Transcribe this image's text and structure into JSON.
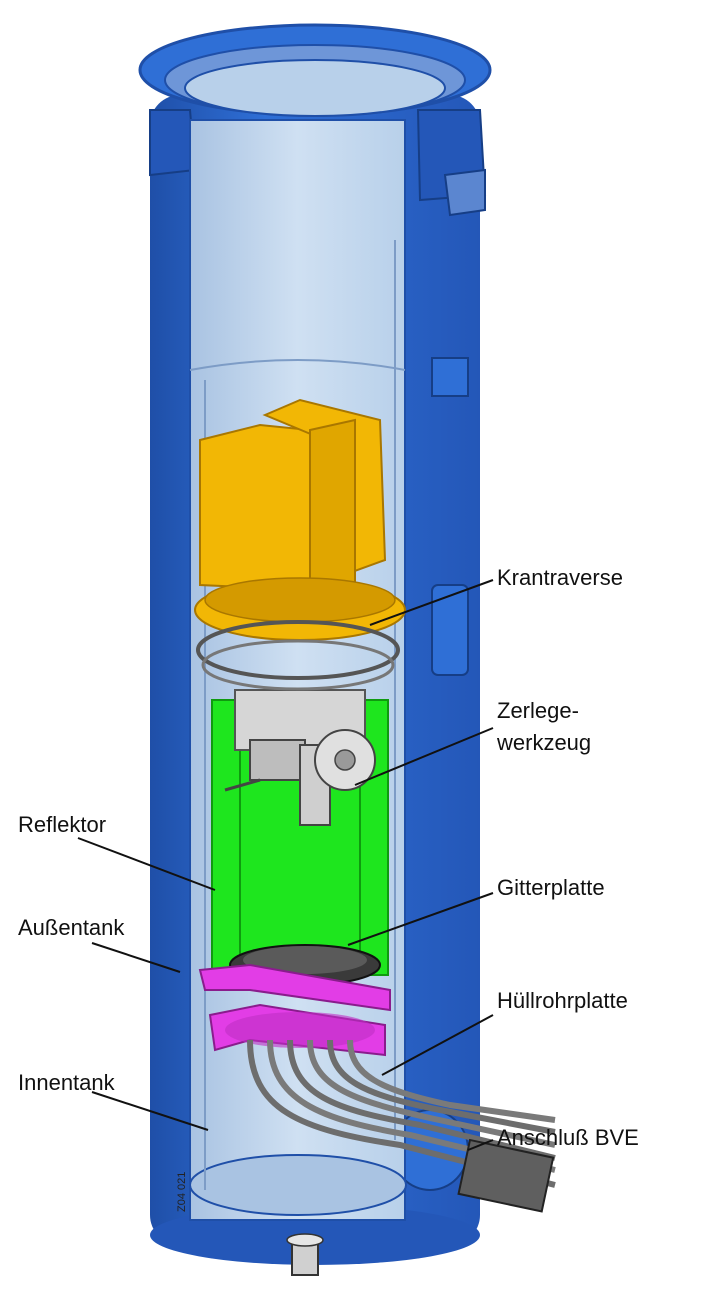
{
  "labels": {
    "krantraverse": "Krantraverse",
    "zerlege_line1": "Zerlege-",
    "zerlege_line2": "werkzeug",
    "reflektor": "Reflektor",
    "gitterplatte": "Gitterplatte",
    "aussentank": "Außentank",
    "huellrohrplatte": "Hüllrohrplatte",
    "innentank": "Innentank",
    "anschluss": "Anschluß BVE"
  },
  "drawing_code": "Z04 021",
  "colors": {
    "outer_tank": "#2f6fd6",
    "outer_tank_dark": "#1f4fa8",
    "inner_space": "#b8d0ea",
    "inner_space_light": "#cfe0f2",
    "crane_traverse": "#f2b705",
    "crane_traverse_dark": "#d49a00",
    "reflector": "#1ee61e",
    "grid_plate": "#3a3a3a",
    "cladding_tube_plate": "#e23de6",
    "tool": "#c9c9c9",
    "pipes": "#6d6d6d"
  }
}
